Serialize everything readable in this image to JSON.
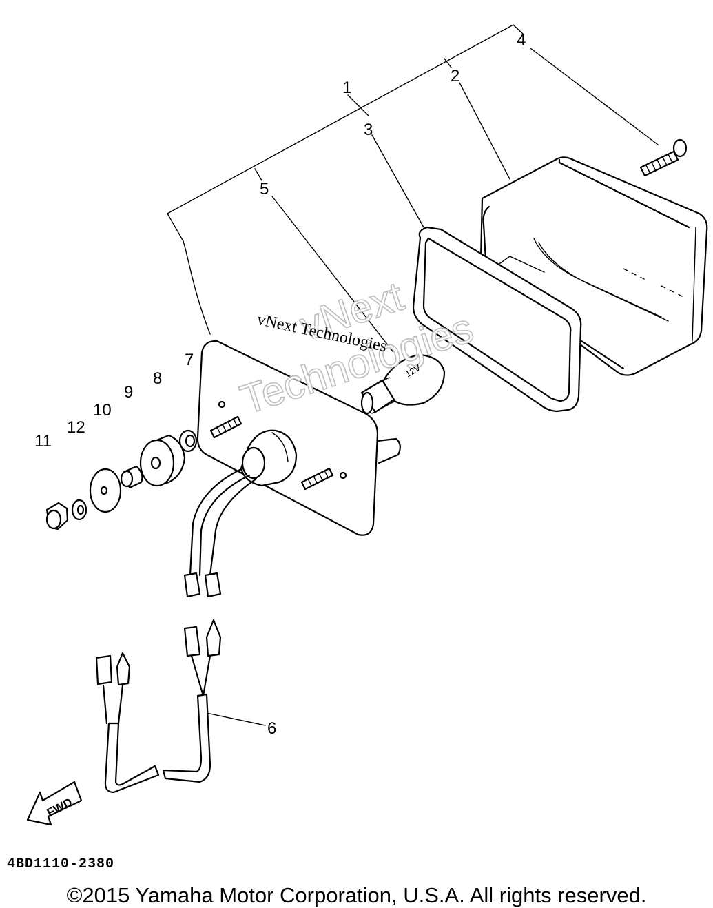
{
  "callouts": {
    "c1": "1",
    "c2": "2",
    "c3": "3",
    "c4": "4",
    "c5": "5",
    "c6": "6",
    "c7": "7",
    "c8": "8",
    "c9": "9",
    "c10": "10",
    "c11": "11",
    "c12": "12"
  },
  "fwd_label": "FWD",
  "watermark": {
    "line_small": "vNext Technologies",
    "line_big_1": "vNext",
    "line_big_2": "Technologies"
  },
  "bulb_marking": "12V",
  "part_code": "4BD1110-2380",
  "copyright": "©2015 Yamaha Motor Corporation, U.S.A. All rights reserved."
}
